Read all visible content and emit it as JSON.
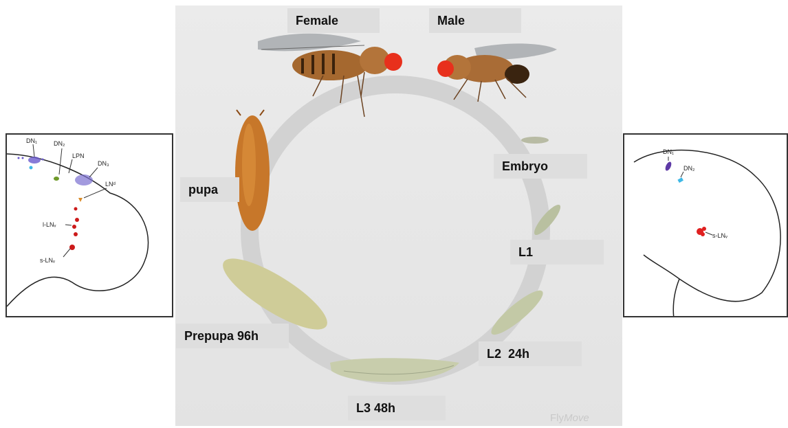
{
  "stages": {
    "female": "Female",
    "male": "Male",
    "embryo": "Embryo",
    "l1": "L1",
    "l2": "L2  24h",
    "l3": "L3 48h",
    "prepupa": "Prepupa 96h",
    "pupa": "pupa"
  },
  "watermark": {
    "part1": "Fly",
    "part2": "Move"
  },
  "left_brain": {
    "dn1": "DN₁",
    "dn2": "DN₂",
    "lpn": "LPN",
    "dn3": "DN₃",
    "lnd": "LNᵈ",
    "llnv": "l-LNᵥ",
    "slnv": "s-LNᵥ"
  },
  "right_brain": {
    "dn1": "DN₁",
    "dn2": "DN₂",
    "slnv": "s-LNᵥ"
  },
  "colors": {
    "ring": "#d2d2d2",
    "label_bg": "#dedede",
    "fly_body": "#a5682f",
    "fly_eye": "#e8301c",
    "larva": "#c3c9a6",
    "pupa": "#c7772a",
    "clock_red": "#cc1a1a",
    "clock_purple": "#5e3aa6",
    "clock_cyan": "#3fb8e6",
    "clock_green": "#6f9a2a",
    "clock_orange": "#d98c2a"
  }
}
